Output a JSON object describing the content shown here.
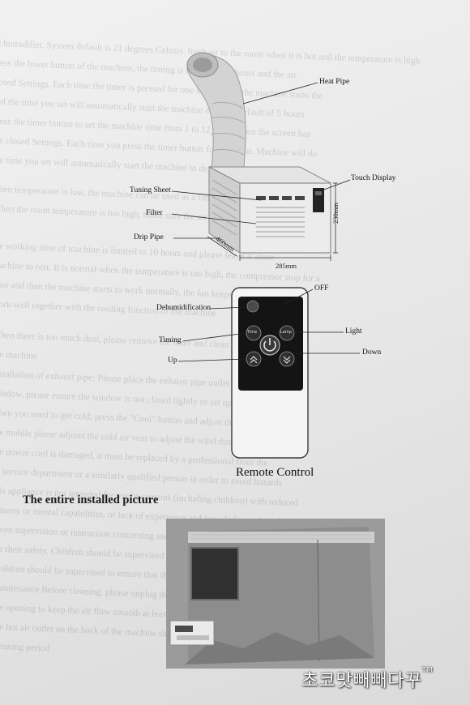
{
  "ac_diagram": {
    "labels": {
      "heat_pipe": "Heat Pipe",
      "touch_display": "Touch Display",
      "tuning_sheet": "Tuning Sheet",
      "filter": "Filter",
      "drip_pipe": "Drip Pipe",
      "dim_width": "285mm",
      "dim_depth": "460mm",
      "dim_height": "230mm"
    }
  },
  "remote": {
    "caption": "Remote Control",
    "labels": {
      "off": "OFF",
      "dehumidification": "Dehumidification",
      "light": "Light",
      "timing": "Timing",
      "up": "Up",
      "down": "Down"
    },
    "keys": {
      "time": "Time",
      "lamp": "Lamp"
    }
  },
  "installed": {
    "title": "The entire installed picture"
  },
  "watermark": {
    "text": "초코맛빼빼다꾸",
    "mark": "TM"
  }
}
